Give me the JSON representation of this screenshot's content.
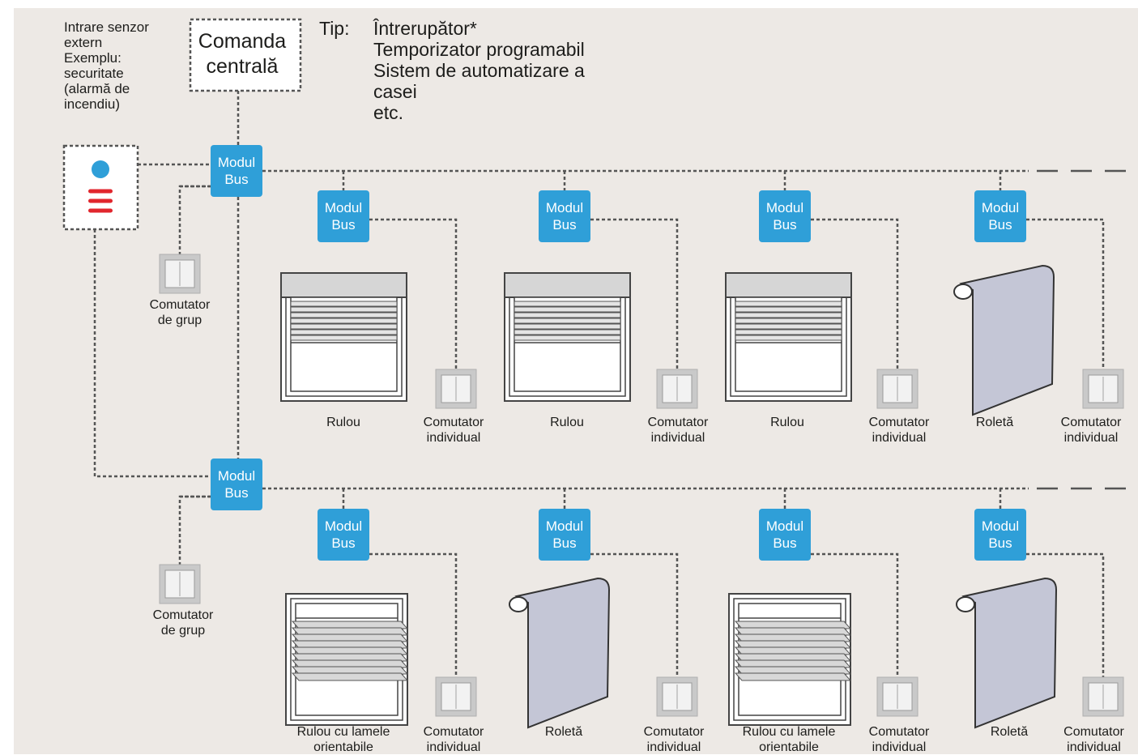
{
  "sensor": {
    "label": "Intrare senzor\nextern\nExemplu:\nsecuritate\n(alarmă de\nincendiu)",
    "dot_color": "#2f9fd8",
    "bars_color": "#e1262d"
  },
  "central": {
    "label": "Comanda\ncentrală"
  },
  "tip": {
    "prefix": "Tip:",
    "lines": "Întrerupător*\nTemporizator programabil\nSistem de automatizare a\ncasei\netc."
  },
  "module_label": "Modul\nBus",
  "module_color": "#2f9fd8",
  "group_switch_label": "Comutator\nde grup",
  "individual_switch_label": "Comutator\nindividual",
  "rows": [
    {
      "devices": [
        {
          "type": "rulou",
          "label": "Rulou"
        },
        {
          "type": "rulou",
          "label": "Rulou"
        },
        {
          "type": "rulou",
          "label": "Rulou"
        },
        {
          "type": "roleta",
          "label": "Roletă"
        }
      ]
    },
    {
      "devices": [
        {
          "type": "lamele",
          "label": "Rulou cu lamele\norientabile"
        },
        {
          "type": "roleta",
          "label": "Roletă"
        },
        {
          "type": "lamele",
          "label": "Rulou cu lamele\norientabile"
        },
        {
          "type": "roleta",
          "label": "Roletă"
        }
      ]
    }
  ]
}
